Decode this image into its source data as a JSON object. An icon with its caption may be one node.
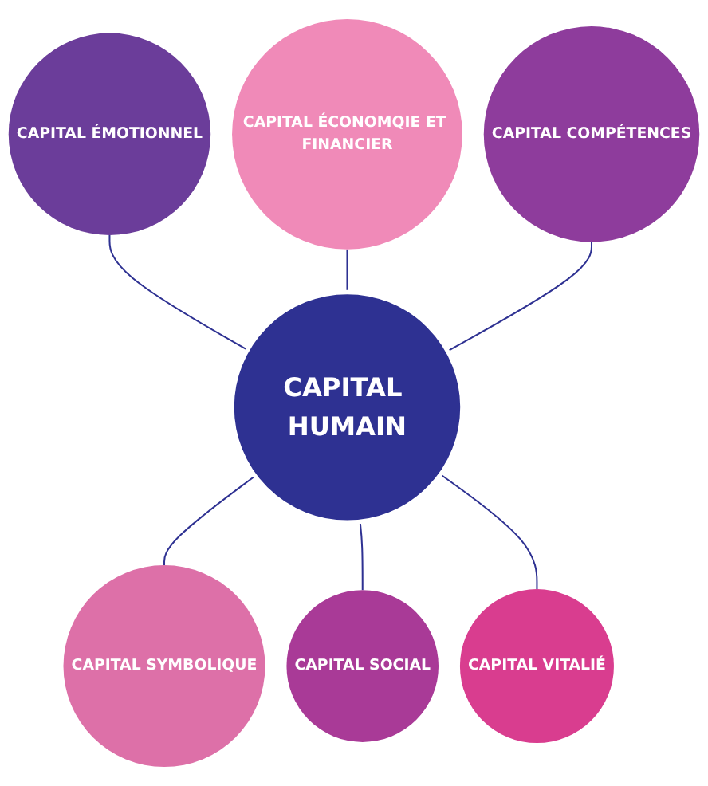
{
  "diagram": {
    "nodes": [
      {
        "text": [
          "CAPITAL ÉMOTIONNEL"
        ]
      },
      {
        "text": [
          "CAPITAL ÉCONOMQIE ET FINANCIER"
        ]
      },
      {
        "text": [
          "CAPITAL COMPÉTENCES"
        ]
      },
      {
        "text": [
          "CAPITAL HUMAIN"
        ]
      },
      {
        "text": [
          "CAPITAL SYMBOLIQUE"
        ]
      },
      {
        "text": [
          "CAPITAL SOCIAL"
        ]
      },
      {
        "text": [
          "CAPITAL VITALIÉ"
        ]
      }
    ],
    "edges": [
      {
        "from": 0,
        "to": 3,
        "arrow": "none"
      },
      {
        "from": 1,
        "to": 3,
        "arrow": "none"
      },
      {
        "from": 2,
        "to": 3,
        "arrow": "none"
      },
      {
        "from": 3,
        "to": 4,
        "arrow": "none"
      },
      {
        "from": 3,
        "to": 5,
        "arrow": "none"
      },
      {
        "from": 3,
        "to": 6,
        "arrow": "none"
      }
    ]
  }
}
